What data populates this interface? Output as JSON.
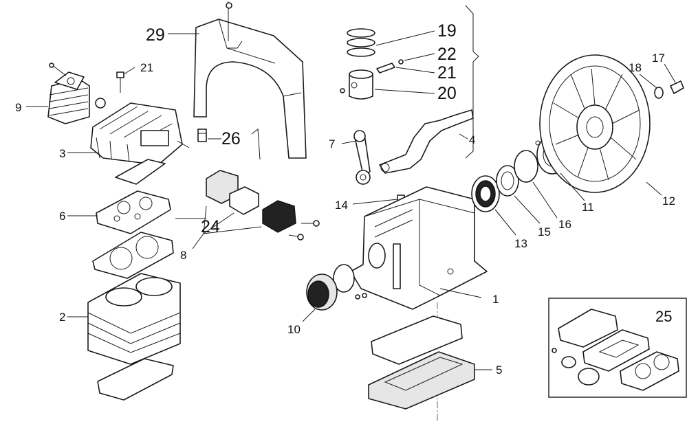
{
  "callouts": {
    "c1": "1",
    "c2": "2",
    "c3": "3",
    "c4": "4",
    "c5": "5",
    "c6": "6",
    "c7": "7",
    "c8": "8",
    "c9": "9",
    "c10": "10",
    "c11": "11",
    "c12": "12",
    "c13": "13",
    "c14": "14",
    "c15": "15",
    "c16": "16",
    "c17": "17",
    "c18": "18",
    "c19": "19",
    "c20": "20",
    "c21a": "21",
    "c21b": "21",
    "c22": "22",
    "c24": "24",
    "c25": "25",
    "c26": "26",
    "c29": "29"
  }
}
